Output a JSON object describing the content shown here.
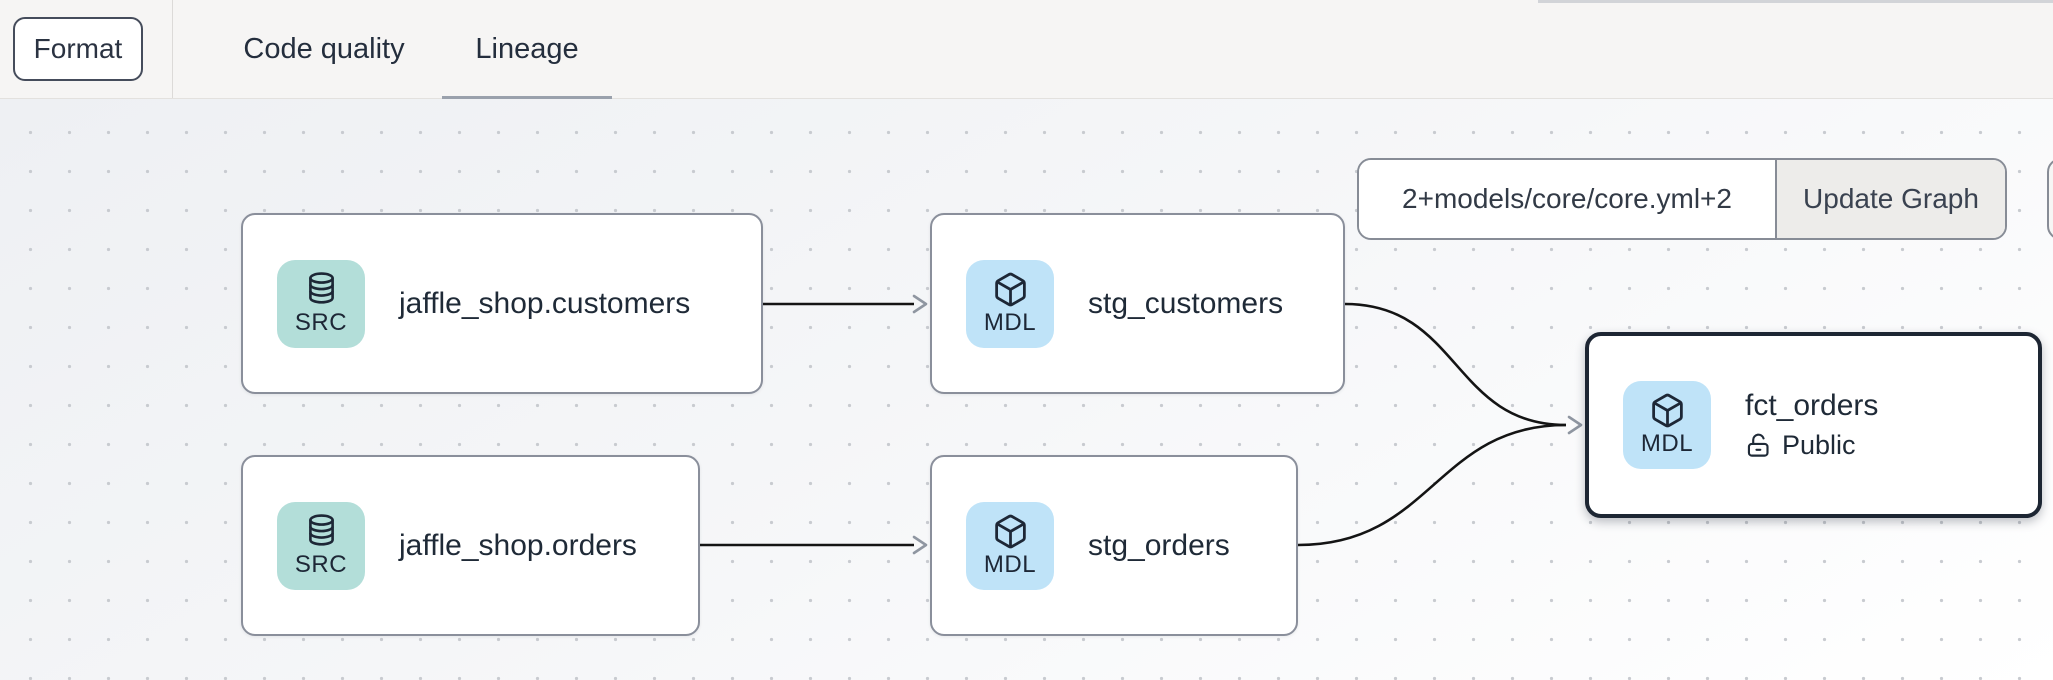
{
  "toolbar": {
    "format_label": "Format",
    "tabs": [
      {
        "label": "Code quality",
        "active": false
      },
      {
        "label": "Lineage",
        "active": true
      }
    ]
  },
  "filter": {
    "value": "2+models/core/core.yml+2",
    "button_label": "Update Graph"
  },
  "graph": {
    "nodes": [
      {
        "id": "src_customers",
        "title": "jaffle_shop.customers",
        "badge": "SRC",
        "type": "source",
        "selected": false
      },
      {
        "id": "stg_customers",
        "title": "stg_customers",
        "badge": "MDL",
        "type": "model",
        "selected": false
      },
      {
        "id": "src_orders",
        "title": "jaffle_shop.orders",
        "badge": "SRC",
        "type": "source",
        "selected": false
      },
      {
        "id": "stg_orders",
        "title": "stg_orders",
        "badge": "MDL",
        "type": "model",
        "selected": false
      },
      {
        "id": "fct_orders",
        "title": "fct_orders",
        "badge": "MDL",
        "type": "model",
        "access": "Public",
        "selected": true
      }
    ],
    "edges": [
      {
        "from": "jaffle_shop.customers",
        "to": "stg_customers"
      },
      {
        "from": "jaffle_shop.orders",
        "to": "stg_orders"
      },
      {
        "from": "stg_customers",
        "to": "fct_orders"
      },
      {
        "from": "stg_orders",
        "to": "fct_orders"
      }
    ]
  },
  "colors": {
    "source_badge_bg": "#b3ded9",
    "model_badge_bg": "#bfe3f8",
    "node_border": "#8a8f9b",
    "selected_node_border": "#1d2633",
    "edge_line": "#141414",
    "arrowhead": "#8f96a1",
    "active_tab_underline": "#9aa1ac",
    "icon_ink": "#1d2736"
  }
}
